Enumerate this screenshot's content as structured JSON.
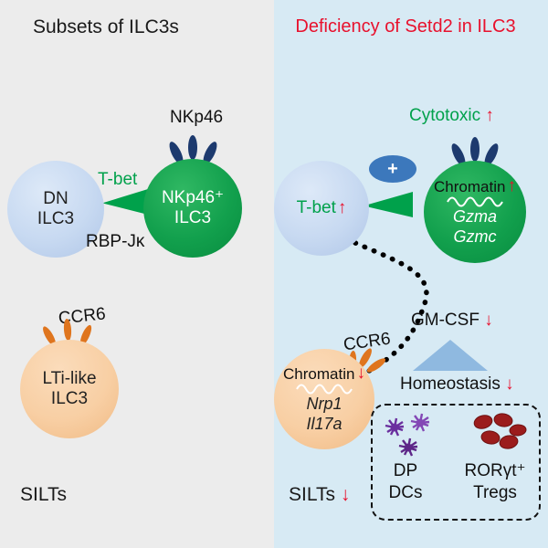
{
  "colors": {
    "left_bg": "#ececec",
    "right_bg": "#d7eaf4",
    "green_cell": "#12a04d",
    "blue_cell": "#c7d9f1",
    "orange_cell": "#f8cfa4",
    "receptor_navy": "#1d3a6e",
    "ccr6_orange": "#df751e",
    "accent_green": "#00a14b",
    "accent_red": "#e8112d",
    "plus_ellipse_blue": "#3c78bc",
    "triangle_blue": "#8fb9e0",
    "dc_purple": "#6a2f9e",
    "treg_red": "#9b1c1c"
  },
  "left_panel": {
    "title": "Subsets of ILC3s",
    "nkp46_receptor_label": "NKp46",
    "dn_cell": {
      "line1": "DN",
      "line2": "ILC3"
    },
    "tbet_label": "T-bet",
    "nkp46_cell": {
      "line1": "NKp46⁺",
      "line2": "ILC3"
    },
    "rbpjk_label": "RBP-Jκ",
    "ccr6_label": "CCR6",
    "lti_cell": {
      "line1": "LTi-like",
      "line2": "ILC3"
    },
    "silts_label": "SILTs"
  },
  "right_panel": {
    "title": "Deficiency of Setd2 in ILC3",
    "cytotoxic": {
      "label": "Cytotoxic",
      "arrow": "↑"
    },
    "tbet": {
      "label": "T-bet",
      "arrow": "↑"
    },
    "plus_sign": "+",
    "nk_cell": {
      "chromatin_label": "Chromatin",
      "chromatin_arrow": "↑",
      "gene1": "Gzma",
      "gene2": "Gzmc"
    },
    "gmcsf": {
      "label": "GM-CSF",
      "arrow": "↓"
    },
    "ccr6_label": "CCR6",
    "lti_cell": {
      "chromatin_label": "Chromatin",
      "chromatin_arrow": "↓",
      "gene1": "Nrp1",
      "gene2": "Il17a"
    },
    "homeostasis": {
      "label": "Homeostasis",
      "arrow": "↓"
    },
    "dc_group": {
      "line1": "DP",
      "line2": "DCs"
    },
    "treg_group": {
      "line1": "RORγt⁺",
      "line2": "Tregs"
    },
    "silts": {
      "label": "SILTs",
      "arrow": "↓"
    }
  }
}
